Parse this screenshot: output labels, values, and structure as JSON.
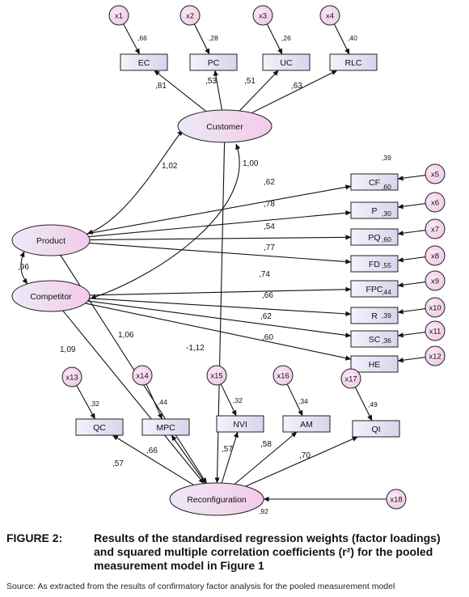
{
  "observed": [
    {
      "id": "EC",
      "label": "EC",
      "r2": ",66"
    },
    {
      "id": "PC",
      "label": "PC",
      "r2": ",28"
    },
    {
      "id": "UC",
      "label": "UC",
      "r2": ",26"
    },
    {
      "id": "RLC",
      "label": "RLC",
      "r2": ",40"
    },
    {
      "id": "CF",
      "label": "CF",
      "r2": ",39"
    },
    {
      "id": "P",
      "label": "P",
      "r2": ",60"
    },
    {
      "id": "PQ",
      "label": "PQ",
      "r2": ",30"
    },
    {
      "id": "FD",
      "label": "FD",
      "r2": ",60"
    },
    {
      "id": "FPC",
      "label": "FPC",
      "r2": ",55"
    },
    {
      "id": "R",
      "label": "R",
      "r2": ",44"
    },
    {
      "id": "SC",
      "label": "SC",
      "r2": ",39"
    },
    {
      "id": "HE",
      "label": "HE",
      "r2": ",36"
    },
    {
      "id": "QC",
      "label": "QC",
      "r2": ",32"
    },
    {
      "id": "MPC",
      "label": "MPC",
      "r2": ",44"
    },
    {
      "id": "NVI",
      "label": "NVI",
      "r2": ",32"
    },
    {
      "id": "AM",
      "label": "AM",
      "r2": ",34"
    },
    {
      "id": "QI",
      "label": "QI",
      "r2": ",49"
    }
  ],
  "latent": [
    {
      "id": "Customer",
      "label": "Customer"
    },
    {
      "id": "Product",
      "label": "Product"
    },
    {
      "id": "Competitor",
      "label": "Competitor"
    },
    {
      "id": "Reconfiguration",
      "label": "Reconfiguration",
      "r2": ",92"
    }
  ],
  "errors": [
    {
      "id": "x1",
      "label": "x1"
    },
    {
      "id": "x2",
      "label": "x2"
    },
    {
      "id": "x3",
      "label": "x3"
    },
    {
      "id": "x4",
      "label": "x4"
    },
    {
      "id": "x5",
      "label": "x5"
    },
    {
      "id": "x6",
      "label": "x6"
    },
    {
      "id": "x7",
      "label": "x7"
    },
    {
      "id": "x8",
      "label": "x8"
    },
    {
      "id": "x9",
      "label": "x9"
    },
    {
      "id": "x10",
      "label": "x10"
    },
    {
      "id": "x11",
      "label": "x11"
    },
    {
      "id": "x12",
      "label": "x12"
    },
    {
      "id": "x13",
      "label": "x13"
    },
    {
      "id": "x14",
      "label": "x14"
    },
    {
      "id": "x15",
      "label": "x15"
    },
    {
      "id": "x16",
      "label": "x16"
    },
    {
      "id": "x17",
      "label": "x17"
    },
    {
      "id": "x18",
      "label": "x18"
    }
  ],
  "loadings": [
    {
      "from": "Customer",
      "to": "EC",
      "value": ",81"
    },
    {
      "from": "Customer",
      "to": "PC",
      "value": ",53"
    },
    {
      "from": "Customer",
      "to": "UC",
      "value": ",51"
    },
    {
      "from": "Customer",
      "to": "RLC",
      "value": ",63"
    },
    {
      "from": "Product",
      "to": "CF",
      "value": ",62"
    },
    {
      "from": "Product",
      "to": "P",
      "value": ",78"
    },
    {
      "from": "Product",
      "to": "PQ",
      "value": ",54"
    },
    {
      "from": "Product",
      "to": "FD",
      "value": ",77"
    },
    {
      "from": "Competitor",
      "to": "FPC",
      "value": ",74"
    },
    {
      "from": "Competitor",
      "to": "R",
      "value": ",66"
    },
    {
      "from": "Competitor",
      "to": "SC",
      "value": ",62"
    },
    {
      "from": "Competitor",
      "to": "HE",
      "value": ",60"
    },
    {
      "from": "Reconfiguration",
      "to": "QC",
      "value": ",57"
    },
    {
      "from": "Reconfiguration",
      "to": "MPC",
      "value": ",66"
    },
    {
      "from": "Reconfiguration",
      "to": "NVI",
      "value": ",57"
    },
    {
      "from": "Reconfiguration",
      "to": "AM",
      "value": ",58"
    },
    {
      "from": "Reconfiguration",
      "to": "QI",
      "value": ",70"
    }
  ],
  "structural": [
    {
      "from": "Product",
      "to": "Reconfiguration",
      "value": "1,06"
    },
    {
      "from": "Competitor",
      "to": "Reconfiguration",
      "value": "1,09"
    },
    {
      "from": "Customer",
      "to": "Reconfiguration",
      "value": "-1,12"
    }
  ],
  "covariances": [
    {
      "a": "Customer",
      "b": "Product",
      "value": "1,02"
    },
    {
      "a": "Customer",
      "b": "Competitor",
      "value": "1,00"
    },
    {
      "a": "Product",
      "b": "Competitor",
      "value": ",96"
    }
  ],
  "caption": {
    "figure_label": "FIGURE 2:",
    "text": "Results of the standardised regression weights (factor loadings) and squared multiple correlation coefficients (r²) for the pooled measurement model in Figure 1",
    "source": "Source: As extracted from the results of confirmatory factor analysis for the pooled measurement model"
  }
}
